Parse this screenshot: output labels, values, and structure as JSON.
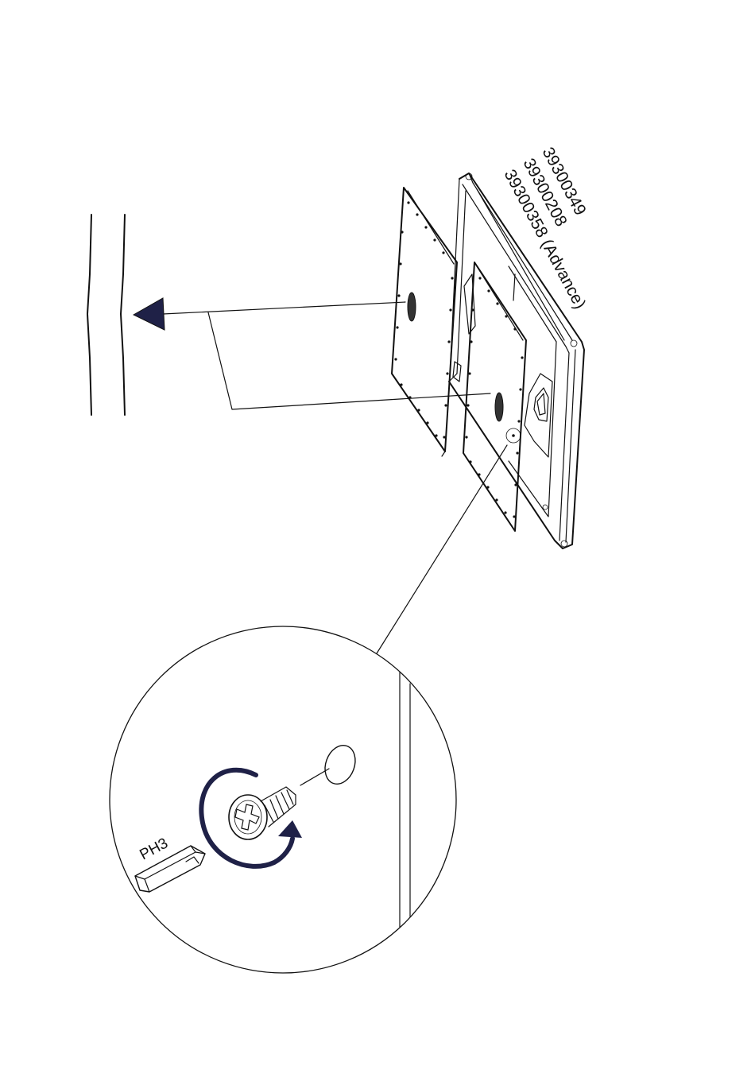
{
  "diagram": {
    "part_numbers": [
      "39300349",
      "39300208",
      "39300358 (Advance)"
    ],
    "bit_label": "PH3",
    "accent_color": "#1f2147",
    "icons": [
      "arrow-icon",
      "screw-icon",
      "screwdriver-bit-icon",
      "rotation-arrow-icon",
      "screw-hole-icon"
    ]
  }
}
